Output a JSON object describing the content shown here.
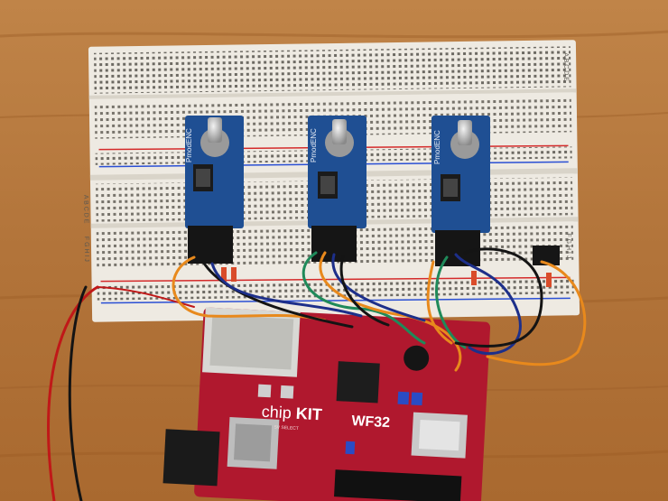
{
  "photo": {
    "board": {
      "brand_prefix": "chip",
      "brand_suffix": "KIT",
      "model": "WF32",
      "jumper_label": "5V SELECT"
    },
    "modules": [
      {
        "brand": "PmodENC"
      },
      {
        "brand": "PmodENC"
      },
      {
        "brand": "PmodENC"
      }
    ],
    "breadboard": {
      "row_letters_top": "A B C D E",
      "row_letters_bottom": "F G H I J"
    },
    "colors": {
      "table": "#b5773f",
      "breadboard": "#eeeae2",
      "module": "#1f4f93",
      "board": "#b0182e",
      "wire_orange": "#e8891c",
      "wire_green": "#1f8a5a",
      "wire_blue": "#1d2f8a",
      "wire_black": "#141414",
      "wire_red": "#c01818"
    }
  }
}
